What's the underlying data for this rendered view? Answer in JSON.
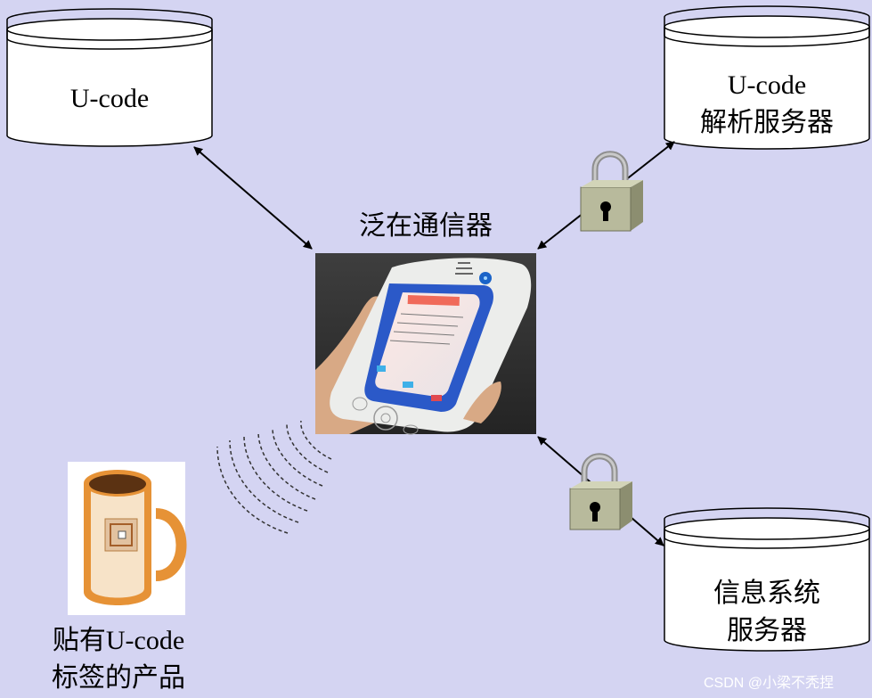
{
  "ucode_db": {
    "label": "U-code"
  },
  "resolution_server": {
    "line1": "U-code",
    "line2": "解析服务器"
  },
  "info_server": {
    "line1": "信息系统",
    "line2": "服务器"
  },
  "reader": {
    "label": "泛在通信器"
  },
  "product": {
    "line1": "贴有U-code",
    "line2": "标签的产品"
  },
  "watermark": "CSDN @小梁不秃捏",
  "colors": {
    "background": "#d4d4f2",
    "lock_body": "#b8ba9c",
    "mug_orange": "#e69236"
  }
}
